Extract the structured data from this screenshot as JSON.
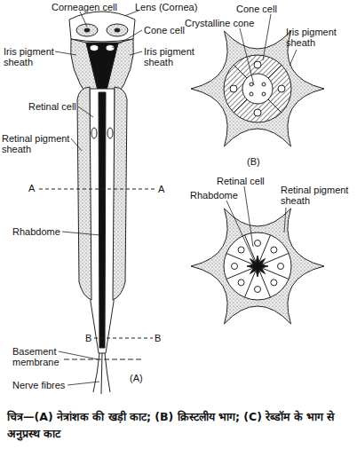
{
  "diagram": {
    "caption": "चित्र—(A) नेत्रांशक की खड़ी काट; (B) क्रिस्टलीय भाग; (C) रेब्डॉम के भाग से अनुप्रस्थ काट",
    "labels": [
      "Corneagen cell",
      "Lens (Cornea)",
      "Cone cell",
      "Iris pigment sheath",
      "Iris pigment sheath",
      "Retinal cell",
      "Retinal pigment sheath",
      "A",
      "A",
      "Rhabdome",
      "B",
      "B",
      "Basement membrane",
      "Nerve fibres",
      "(A)",
      "Cone cell",
      "Crystalline cone",
      "Iris pigment sheath",
      "(B)",
      "Retinal cell",
      "Rhabdome",
      "Retinal pigment sheath"
    ]
  }
}
